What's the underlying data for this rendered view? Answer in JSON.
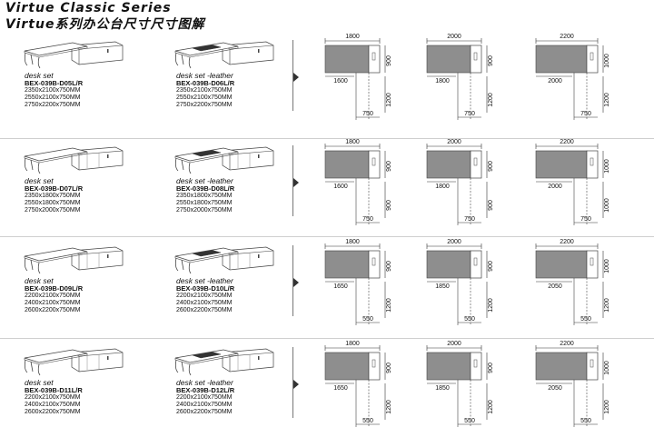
{
  "header": {
    "title": "Virtue Classic Series",
    "subtitle": "Virtue系列办公台尺寸尺寸图解"
  },
  "rows": [
    {
      "left": {
        "type": "desk set",
        "code": "BEX-039B-D05L/R",
        "sizes": [
          "2350x2100x750MM",
          "2550x2100x750MM",
          "2750x2200x750MM"
        ]
      },
      "right": {
        "type": "desk set -leather",
        "code": "BEX-039B-D06L/R",
        "sizes": [
          "2350x2100x750MM",
          "2550x2100x750MM",
          "2750x2200x750MM"
        ]
      },
      "plans": [
        {
          "top": "1800",
          "depth": "900",
          "lower": "1600",
          "side": "1200",
          "bottom": "750"
        },
        {
          "top": "2000",
          "depth": "900",
          "lower": "1800",
          "side": "1200",
          "bottom": "750"
        },
        {
          "top": "2200",
          "depth": "1000",
          "lower": "2000",
          "side": "1200",
          "bottom": "750"
        }
      ]
    },
    {
      "left": {
        "type": "desk set",
        "code": "BEX-039B-D07L/R",
        "sizes": [
          "2350x1800x750MM",
          "2550x1800x750MM",
          "2750x2000x750MM"
        ]
      },
      "right": {
        "type": "desk set -leather",
        "code": "BEX-039B-D08L/R",
        "sizes": [
          "2350x1800x750MM",
          "2550x1800x750MM",
          "2750x2000x750MM"
        ]
      },
      "plans": [
        {
          "top": "1800",
          "depth": "900",
          "lower": "1600",
          "side": "900",
          "bottom": "750"
        },
        {
          "top": "2000",
          "depth": "900",
          "lower": "1800",
          "side": "900",
          "bottom": "750"
        },
        {
          "top": "2200",
          "depth": "1000",
          "lower": "2000",
          "side": "1000",
          "bottom": "750"
        }
      ]
    },
    {
      "left": {
        "type": "desk set",
        "code": "BEX-039B-D09L/R",
        "sizes": [
          "2200x2100x750MM",
          "2400x2100x750MM",
          "2600x2200x750MM"
        ]
      },
      "right": {
        "type": "desk set -leather",
        "code": "BEX-039B-D10L/R",
        "sizes": [
          "2200x2100x750MM",
          "2400x2100x750MM",
          "2600x2200x750MM"
        ]
      },
      "plans": [
        {
          "top": "1800",
          "depth": "900",
          "lower": "1650",
          "side": "1200",
          "bottom": "550"
        },
        {
          "top": "2000",
          "depth": "900",
          "lower": "1850",
          "side": "1200",
          "bottom": "550"
        },
        {
          "top": "2200",
          "depth": "1000",
          "lower": "2050",
          "side": "1200",
          "bottom": "550"
        }
      ]
    },
    {
      "left": {
        "type": "desk set",
        "code": "BEX-039B-D11L/R",
        "sizes": [
          "2200x2100x750MM",
          "2400x2100x750MM",
          "2600x2200x750MM"
        ]
      },
      "right": {
        "type": "desk set -leather",
        "code": "BEX-039B-D12L/R",
        "sizes": [
          "2200x2100x750MM",
          "2400x2100x750MM",
          "2600x2200x750MM"
        ]
      },
      "plans": [
        {
          "top": "1800",
          "depth": "900",
          "lower": "1650",
          "side": "1200",
          "bottom": "550"
        },
        {
          "top": "2000",
          "depth": "900",
          "lower": "1850",
          "side": "1200",
          "bottom": "550"
        },
        {
          "top": "2200",
          "depth": "1000",
          "lower": "2050",
          "side": "1200",
          "bottom": "550"
        }
      ]
    }
  ]
}
